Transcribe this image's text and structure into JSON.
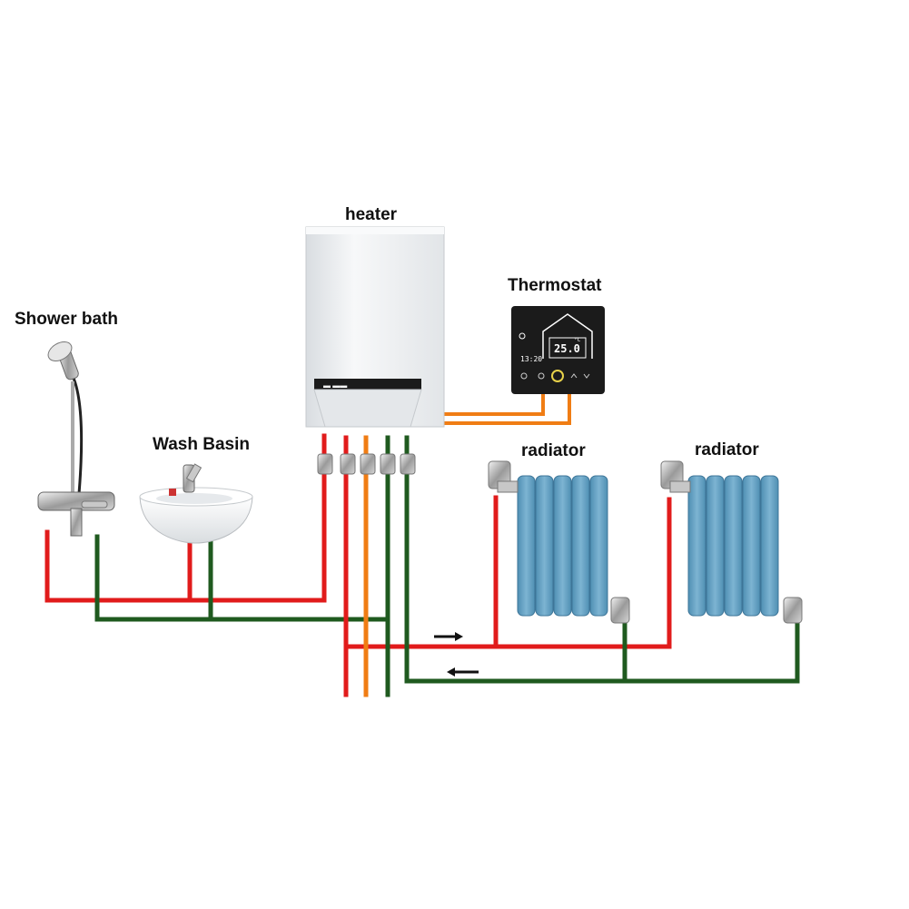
{
  "labels": {
    "heater": "heater",
    "thermostat": "Thermostat",
    "shower": "Shower bath",
    "basin": "Wash Basin",
    "radiator_1": "radiator",
    "radiator_2": "radiator"
  },
  "thermostat_display": {
    "temperature": "25.0",
    "unit": "°C",
    "time": "13:20"
  },
  "colors": {
    "hot_pipe": "#e11b1b",
    "return_pipe": "#1f5a1f",
    "signal_wire": "#f07d14",
    "radiator": "#6fa8c8",
    "thermostat_body": "#1b1b1b",
    "heater_body": "#eef0f2"
  },
  "icons": [
    "shower-head-icon",
    "faucet-icon",
    "flow-arrow-icon",
    "ring-button-icon"
  ]
}
